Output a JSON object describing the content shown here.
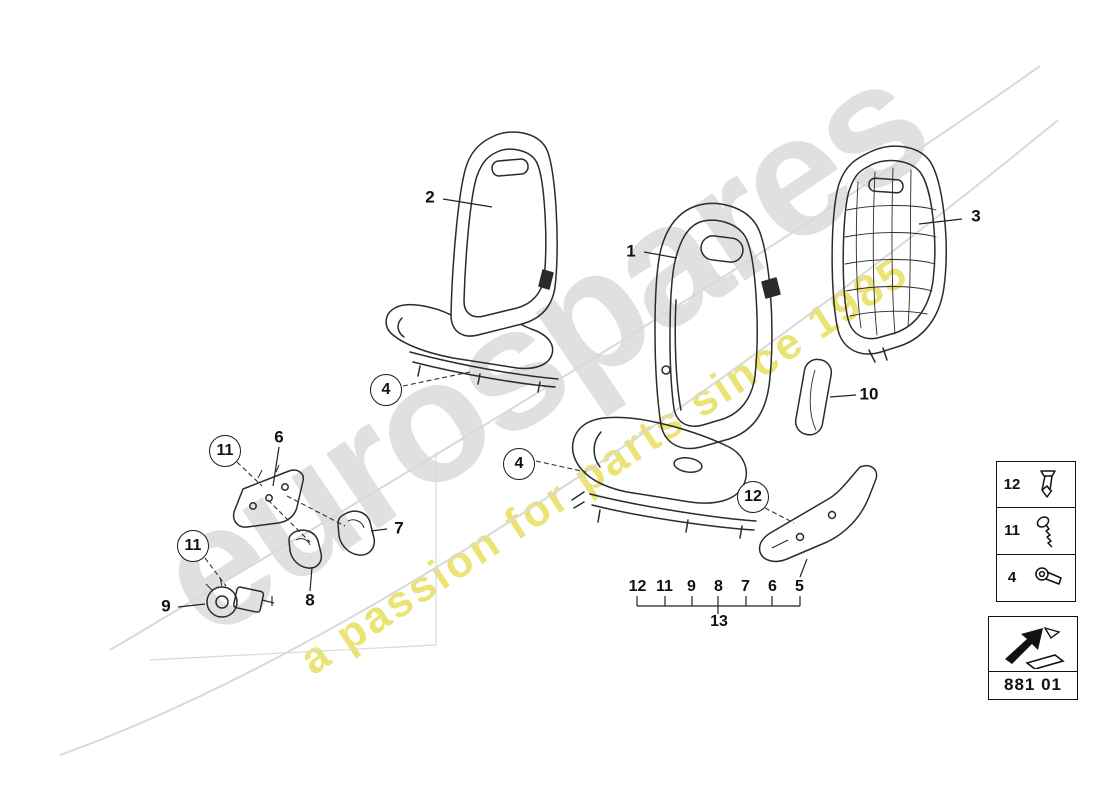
{
  "watermark": {
    "brand": "eurospares",
    "tagline": "a passion for parts since 1985"
  },
  "diagram": {
    "part_code": "881 01"
  },
  "callouts": {
    "c1": "1",
    "c2": "2",
    "c3": "3",
    "c4": "4",
    "c6": "6",
    "c7": "7",
    "c8": "8",
    "c9": "9",
    "c10": "10",
    "c11": "11",
    "c12": "12"
  },
  "scale": {
    "items": [
      "12",
      "11",
      "9",
      "8",
      "7",
      "6",
      "5"
    ],
    "group_label": "13"
  },
  "legend": {
    "rows": [
      {
        "num": "12",
        "icon": "push-clip"
      },
      {
        "num": "11",
        "icon": "screw"
      },
      {
        "num": "4",
        "icon": "bolt"
      }
    ]
  }
}
